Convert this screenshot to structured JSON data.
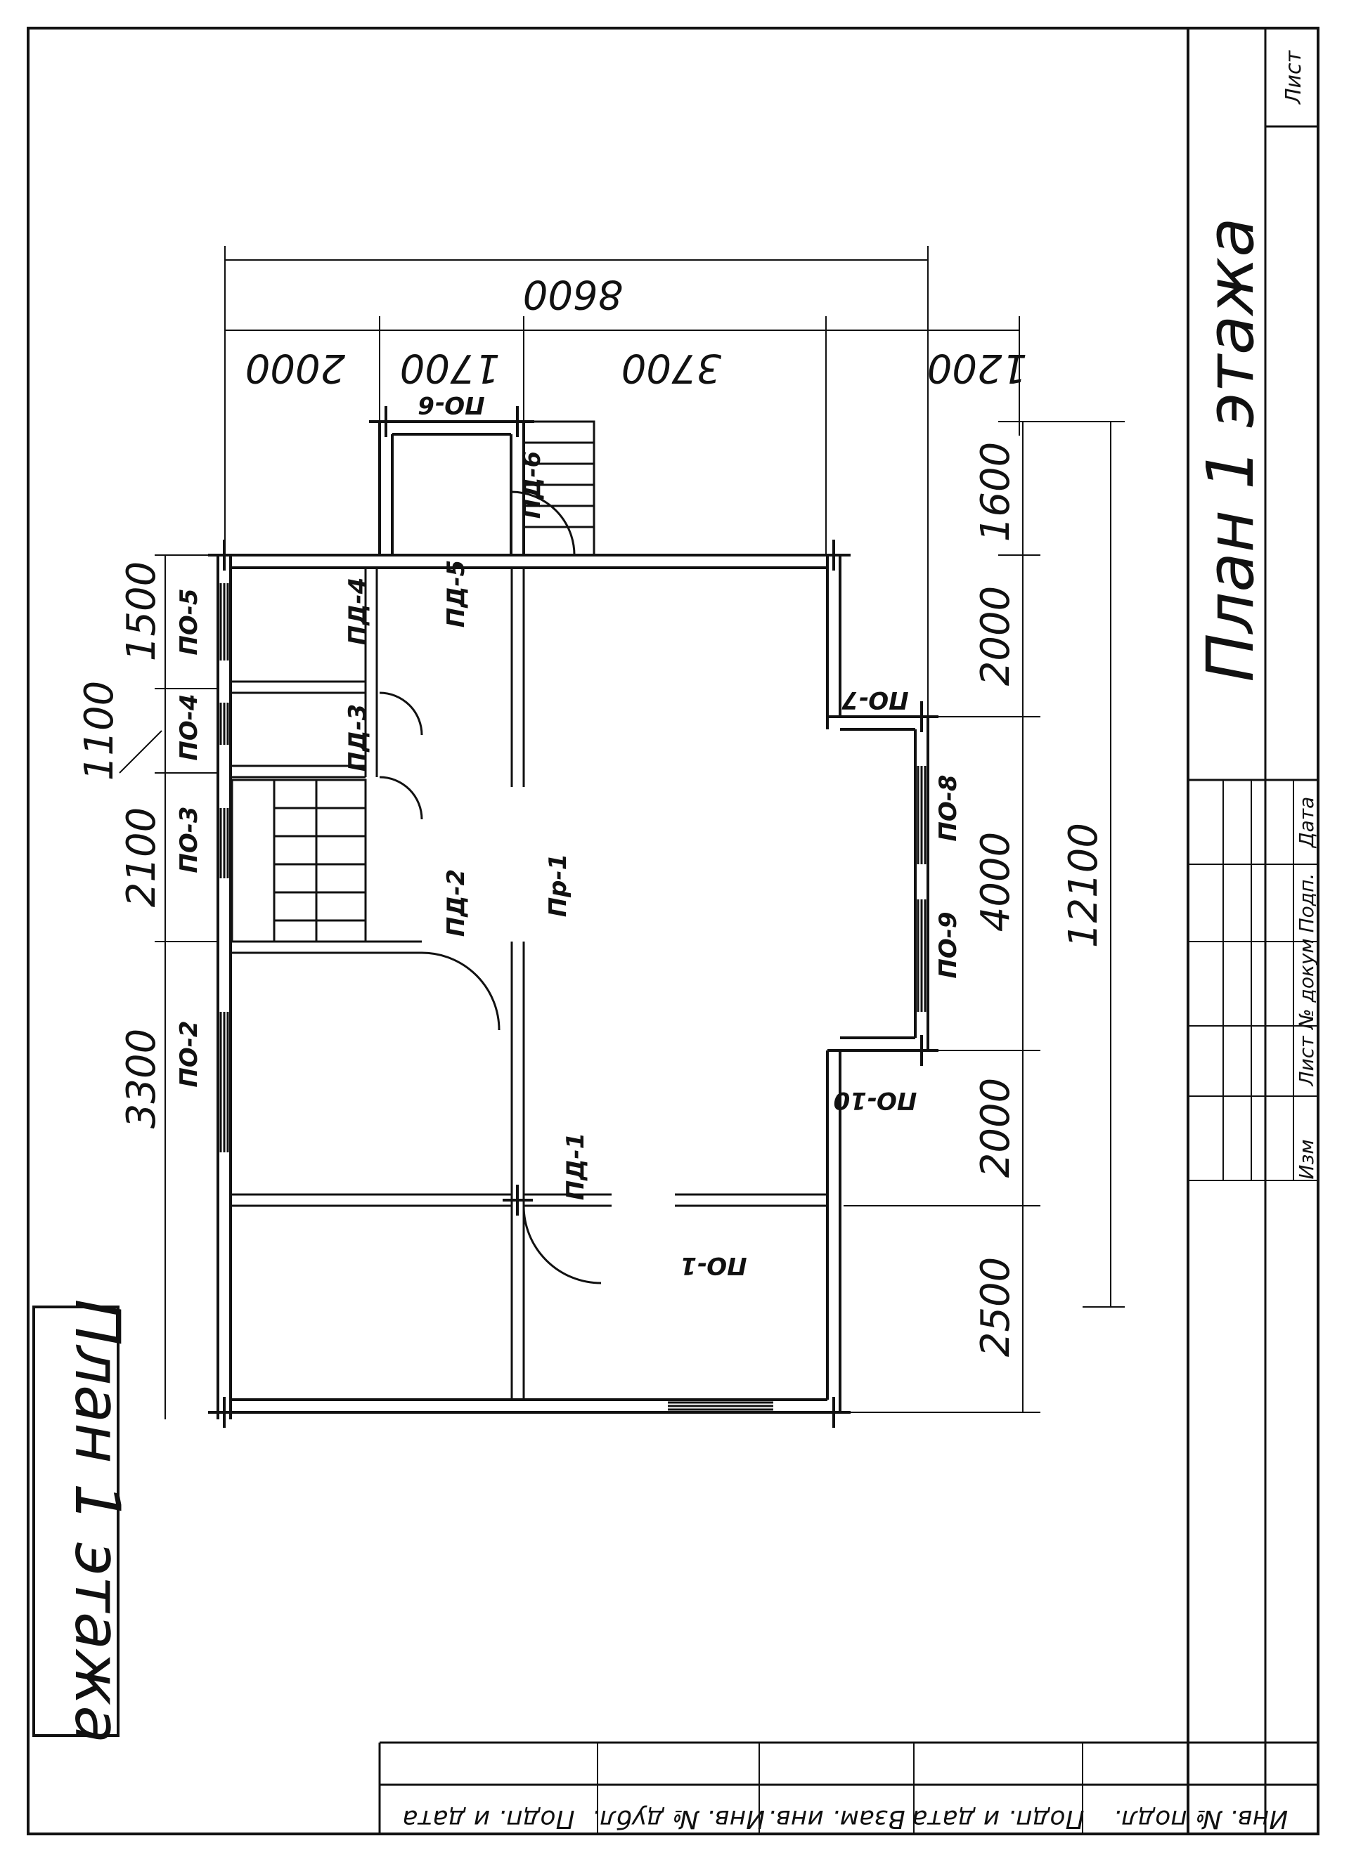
{
  "title_block": {
    "plan_title": "План 1 этажа",
    "sheet_label": "Лист",
    "rev_headers": [
      "Изм",
      "Лист",
      "№ докум",
      "Подп.",
      "Дата"
    ]
  },
  "side_stamp": {
    "cells": [
      "Инв. № подл.",
      "Подп. и дата",
      "Взам. инв.",
      "Инв. № дубл.",
      "Подп. и дата"
    ]
  },
  "left_title": "План 1 этажа",
  "plan": {
    "dims_top": {
      "total": "8600",
      "segments": [
        "2000",
        "1700",
        "3700",
        "1200"
      ]
    },
    "dims_left": [
      "3300",
      "2100",
      "1100",
      "1500"
    ],
    "dims_right": {
      "total": "12100",
      "segments": [
        "1600",
        "2000",
        "4000",
        "2000",
        "2500"
      ]
    },
    "windows": [
      "ПО-1",
      "ПО-2",
      "ПО-3",
      "ПО-4",
      "ПО-5",
      "ПО-6",
      "ПО-7",
      "ПО-8",
      "ПО-9",
      "ПО-10"
    ],
    "doors": [
      "ПД-1",
      "ПД-2",
      "ПД-3",
      "ПД-4",
      "ПД-5",
      "ПД-6"
    ],
    "openings": [
      "Пр-1"
    ]
  }
}
